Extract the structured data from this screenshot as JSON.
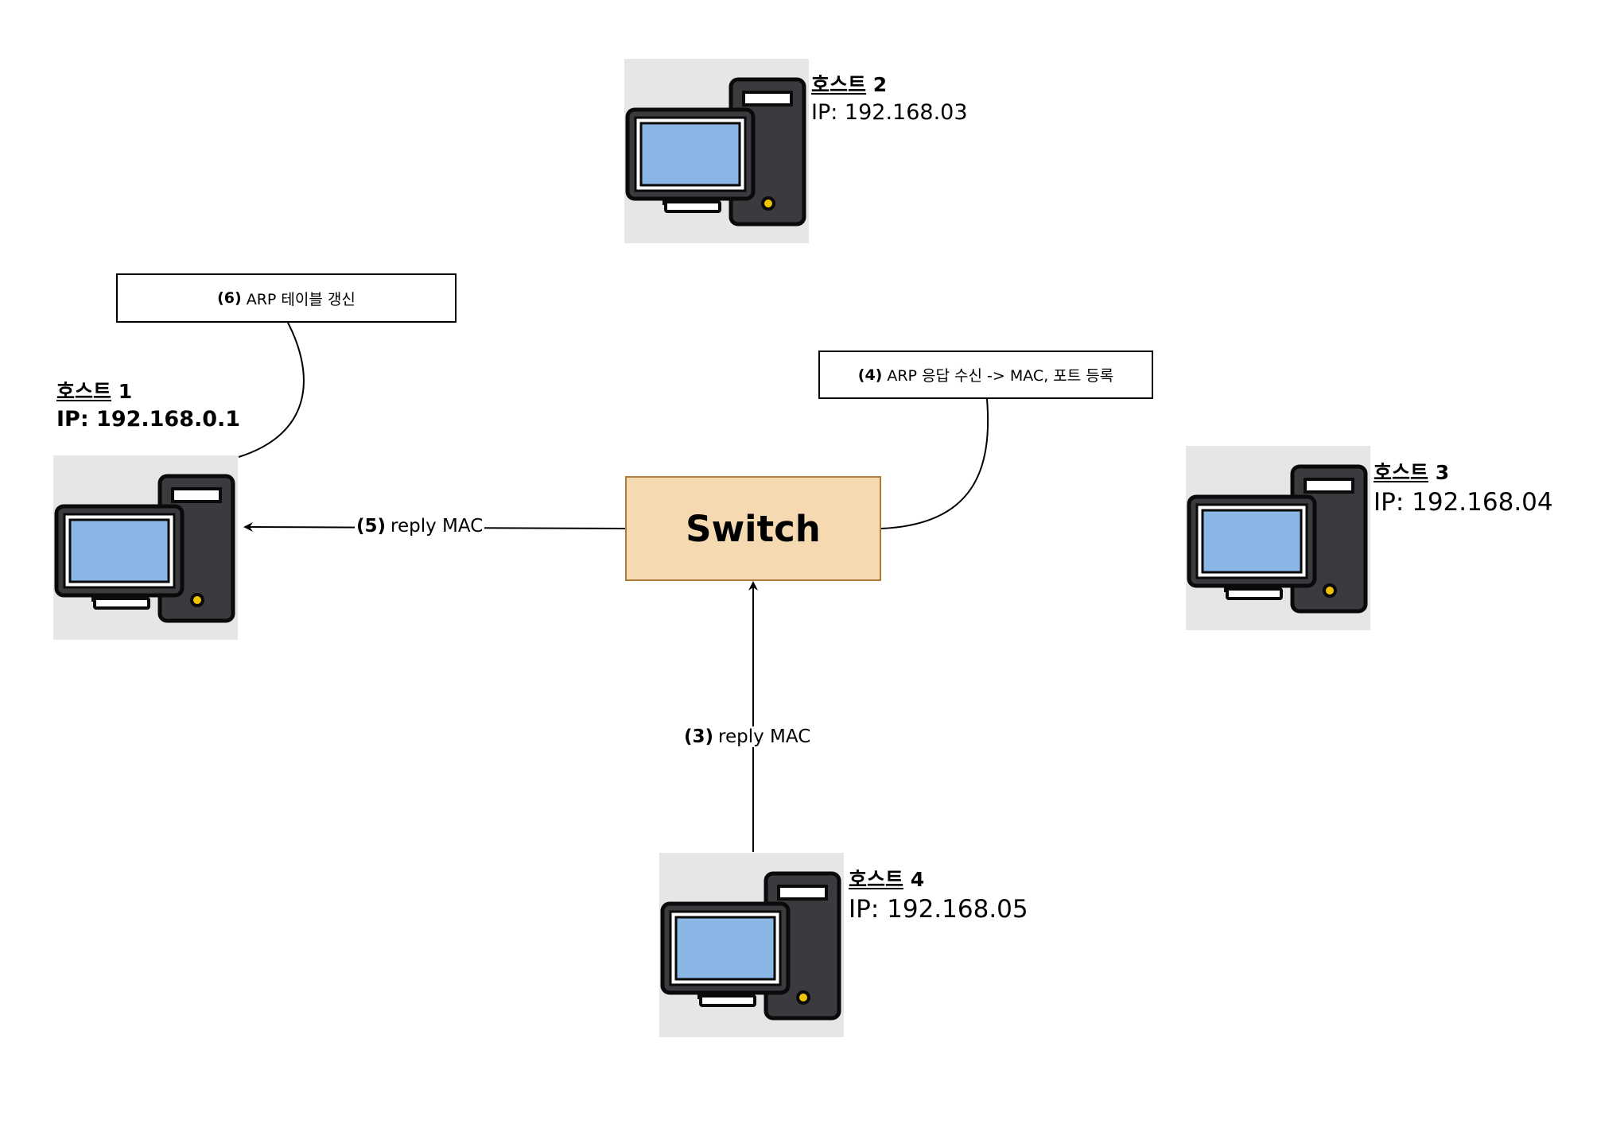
{
  "hosts": [
    {
      "id": "host-1",
      "title_ko": "호스트",
      "title_num": "1",
      "ip": "IP: 192.168.0.1"
    },
    {
      "id": "host-2",
      "title_ko": "호스트",
      "title_num": "2",
      "ip": "IP: 192.168.03"
    },
    {
      "id": "host-3",
      "title_ko": "호스트",
      "title_num": "3",
      "ip": "IP: 192.168.04"
    },
    {
      "id": "host-4",
      "title_ko": "호스트",
      "title_num": "4",
      "ip": "IP: 192.168.05"
    }
  ],
  "switch": {
    "label": "Switch"
  },
  "notes": [
    {
      "step": "(6)",
      "text": "ARP 테이블 갱신"
    },
    {
      "step": "(4)",
      "text": "ARP 응답 수신 -> MAC, 포트 등록"
    }
  ],
  "edges": [
    {
      "step": "(5)",
      "text": "reply MAC"
    },
    {
      "step": "(3)",
      "text": "reply MAC"
    }
  ],
  "colors": {
    "tile_bg": "#e6e6e6",
    "screen": "#8ab6e6",
    "tower": "#3a3a3f",
    "outline": "#0a0a0a",
    "power_led": "#f2c300",
    "switch_fill": "#f5d9b0",
    "switch_border": "#b07c3b"
  },
  "icons": [
    "desktop-computer-icon"
  ]
}
